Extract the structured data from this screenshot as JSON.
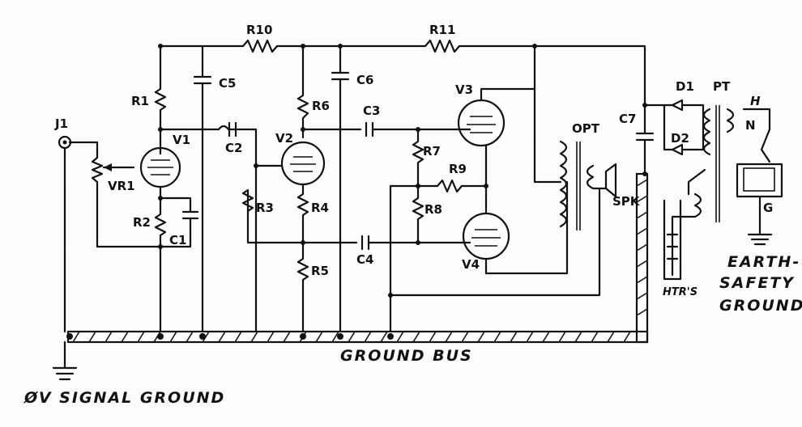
{
  "labels": {
    "j1": "J1",
    "vr1": "VR1",
    "r1": "R1",
    "v1": "V1",
    "r2": "R2",
    "c1": "C1",
    "c5": "C5",
    "r10": "R10",
    "c2": "C2",
    "v2": "V2",
    "r6": "R6",
    "r3": "R3",
    "r4": "R4",
    "r5": "R5",
    "c6": "C6",
    "c3": "C3",
    "c4": "C4",
    "r11": "R11",
    "v3": "V3",
    "v4": "V4",
    "r7": "R7",
    "r8": "R8",
    "r9": "R9",
    "opt": "OPT",
    "spk": "SPK",
    "c7": "C7",
    "d1": "D1",
    "d2": "D2",
    "pt": "PT",
    "h": "H",
    "n": "N",
    "g": "G",
    "htrs": "HTR'S"
  },
  "notes": {
    "ground_bus": "GROUND BUS",
    "signal_ground": "ØV SIGNAL GROUND",
    "earth_1": "EARTH-",
    "earth_2": "SAFETY",
    "earth_3": "GROUND"
  }
}
